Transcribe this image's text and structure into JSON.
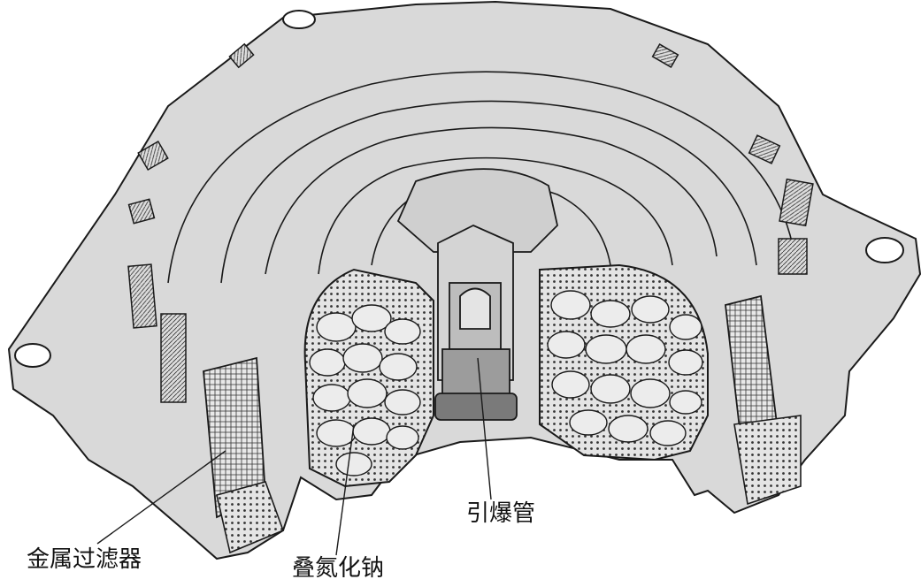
{
  "diagram": {
    "labels": {
      "metal_filter": "金属过滤器",
      "sodium_azide": "叠氮化钠",
      "detonator": "引爆管"
    },
    "colors": {
      "housing_fill": "#d9d9d9",
      "housing_shadow": "#bdbdbd",
      "outline": "#1a1a1a",
      "pellet_fill": "#ececec",
      "detonator_fill": "#9c9c9c",
      "detonator_dark": "#7a7a7a",
      "text": "#111111"
    }
  }
}
